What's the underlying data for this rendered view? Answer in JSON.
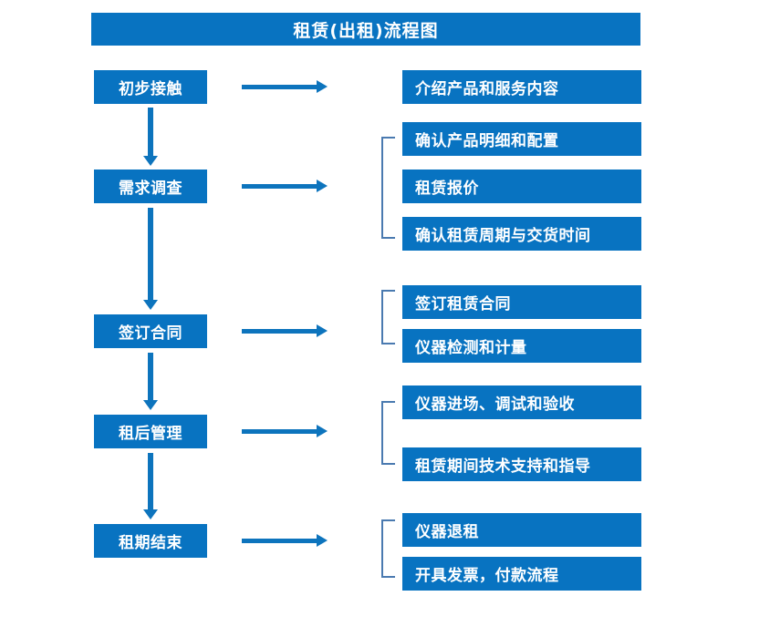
{
  "diagram": {
    "title": "租赁(出租)流程图",
    "colors": {
      "box_fill": "#0873c1",
      "box_text": "#ffffff",
      "arrow": "#0d74bd",
      "bracket": "#4a7ab0",
      "background": "#ffffff"
    },
    "stages": [
      {
        "label": "初步接触",
        "details": [
          "介绍产品和服务内容"
        ],
        "bracketed": false
      },
      {
        "label": "需求调查",
        "details": [
          "确认产品明细和配置",
          "租赁报价",
          "确认租赁周期与交货时间"
        ],
        "bracketed": true
      },
      {
        "label": "签订合同",
        "details": [
          "签订租赁合同",
          "仪器检测和计量"
        ],
        "bracketed": true
      },
      {
        "label": "租后管理",
        "details": [
          "仪器进场、调试和验收",
          "租赁期间技术支持和指导"
        ],
        "bracketed": true
      },
      {
        "label": "租期结束",
        "details": [
          "仪器退租",
          "开具发票，付款流程"
        ],
        "bracketed": true
      }
    ],
    "connectors": {
      "horizontal_arrow_count": 5,
      "vertical_arrow_count": 4,
      "bracket_count": 4
    }
  }
}
